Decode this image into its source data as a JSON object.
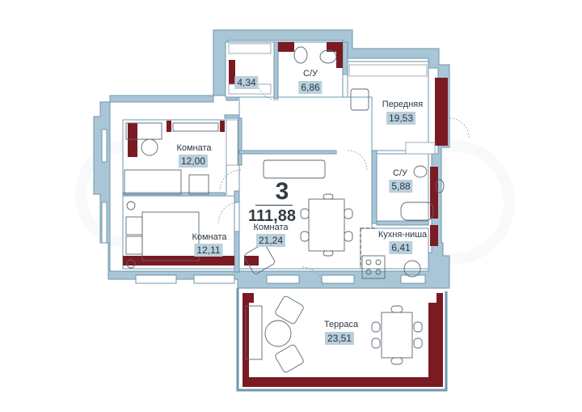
{
  "plan": {
    "rooms_count": "3",
    "total_area": "111,88",
    "colors": {
      "wall": "#a9c6d6",
      "wall_outline": "#6f97ad",
      "accent_wall": "#7a1a22",
      "area_badge": "#b9d0dc",
      "text": "#2a3640",
      "background": "#ffffff"
    },
    "rooms": [
      {
        "id": "storage",
        "name": "",
        "area": "4,34"
      },
      {
        "id": "bathroom-1",
        "name": "С/У",
        "area": "6,86"
      },
      {
        "id": "hallway",
        "name": "Передняя",
        "area": "19,53"
      },
      {
        "id": "bedroom-1",
        "name": "Комната",
        "area": "12,00"
      },
      {
        "id": "bathroom-2",
        "name": "С/У",
        "area": "5,88"
      },
      {
        "id": "living-room",
        "name": "Комната",
        "area": "21,24"
      },
      {
        "id": "bedroom-2",
        "name": "Комната",
        "area": "12,11"
      },
      {
        "id": "kitchen-niche",
        "name": "Кухня-ниша",
        "area": "6,41"
      },
      {
        "id": "terrace",
        "name": "Терраса",
        "area": "23,51"
      }
    ]
  }
}
